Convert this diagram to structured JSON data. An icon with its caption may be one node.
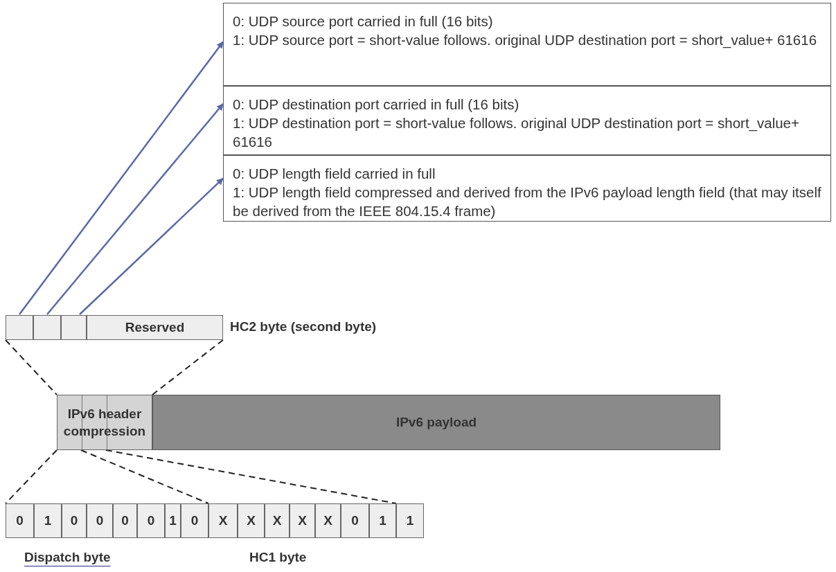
{
  "diagram": {
    "nodes": [
      {
        "text": [
          "0: UDP source port carried in full (16 bits)",
          "1: UDP source port = short-value follows. original UDP destination port = short_value+ 61616"
        ]
      },
      {
        "text": [
          "0: UDP destination port carried in full (16 bits)",
          "1: UDP destination port = short-value follows. original UDP destination port = short_value+ 61616"
        ]
      },
      {
        "text": [
          "0: UDP length field carried in full",
          "1: UDP length field compressed and derived from the IPv6 payload length field (that may itself be derived from the IEEE 804.15.4 frame)"
        ]
      },
      {
        "text": [],
        "shape": "box"
      },
      {
        "text": [],
        "shape": "box"
      },
      {
        "text": [],
        "shape": "box"
      },
      {
        "text": [
          "Reserved"
        ]
      },
      {
        "text": [
          "IPv6 header compression"
        ]
      },
      {
        "text": [
          "IPv6 payload"
        ]
      },
      {
        "text": [
          "0"
        ]
      },
      {
        "text": [
          "1"
        ]
      },
      {
        "text": [
          "0"
        ]
      },
      {
        "text": [
          "0"
        ]
      },
      {
        "text": [
          "0"
        ]
      },
      {
        "text": [
          "0"
        ]
      },
      {
        "text": [
          "1"
        ]
      },
      {
        "text": [
          "0"
        ]
      },
      {
        "text": [
          "X"
        ]
      },
      {
        "text": [
          "X"
        ]
      },
      {
        "text": [
          "X"
        ]
      },
      {
        "text": [
          "X"
        ]
      },
      {
        "text": [
          "X"
        ]
      },
      {
        "text": [
          "0"
        ]
      },
      {
        "text": [
          "1"
        ]
      },
      {
        "text": [
          "1"
        ]
      }
    ],
    "edges": [
      {
        "from": 3,
        "to": 0,
        "arrow": "to",
        "color": "#5a68a8"
      },
      {
        "from": 4,
        "to": 1,
        "arrow": "to",
        "color": "#5a68a8"
      },
      {
        "from": 5,
        "to": 2,
        "arrow": "to",
        "color": "#5a68a8"
      },
      {
        "from": 3,
        "to": 7,
        "arrow": "none",
        "style": "dashed"
      },
      {
        "from": 6,
        "to": 7,
        "arrow": "none",
        "style": "dashed"
      },
      {
        "from": 7,
        "to": 9,
        "arrow": "none",
        "style": "dashed"
      },
      {
        "from": 7,
        "to": 16,
        "arrow": "none",
        "style": "dashed"
      },
      {
        "from": 7,
        "to": 23,
        "arrow": "none",
        "style": "dashed"
      }
    ],
    "labels": [
      "HC2 byte (second byte)",
      "Dispatch byte",
      "HC1 byte"
    ]
  }
}
